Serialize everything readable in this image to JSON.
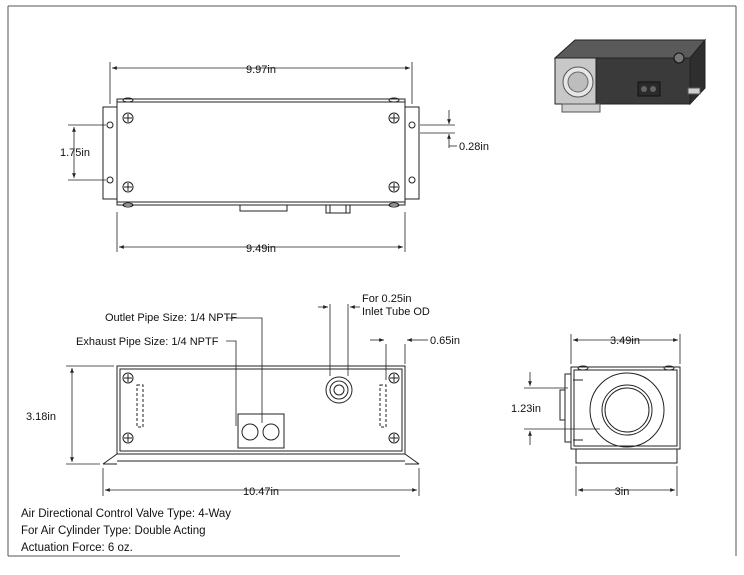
{
  "top_view": {
    "length": "9.97in",
    "body_length": "9.49in",
    "mount_spacing": "1.75in",
    "slot_width": "0.28in"
  },
  "front_view": {
    "outlet_label": "Outlet Pipe Size: 1/4 NPTF",
    "exhaust_label": "Exhaust Pipe Size: 1/4 NPTF",
    "inlet_label_line1": "For 0.25in",
    "inlet_label_line2": "Inlet Tube OD",
    "flange_width": "0.65in",
    "height": "3.18in",
    "overall_length": "10.47in"
  },
  "side_view": {
    "width": "3.49in",
    "port_height": "1.23in",
    "base_width": "3in"
  },
  "specs": {
    "line1": "Air Directional Control Valve Type: 4-Way",
    "line2": "For Air Cylinder Type: Double Acting",
    "line3": "Actuation Force: 6 oz."
  },
  "colors": {
    "line": "#222222",
    "thumb_body": "#3a3a3a",
    "thumb_face": "#d9d9d9"
  }
}
